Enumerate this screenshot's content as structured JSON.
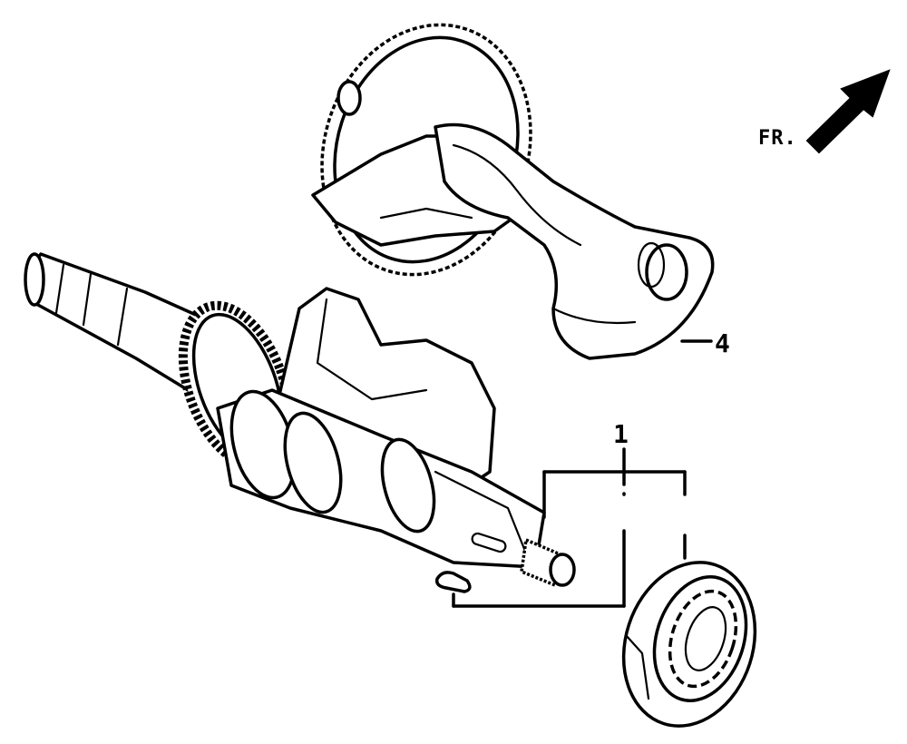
{
  "diagram": {
    "direction_label": "FR.",
    "callouts": [
      "1",
      "4"
    ],
    "colors": {
      "line": "#000000",
      "background": "#ffffff"
    }
  }
}
